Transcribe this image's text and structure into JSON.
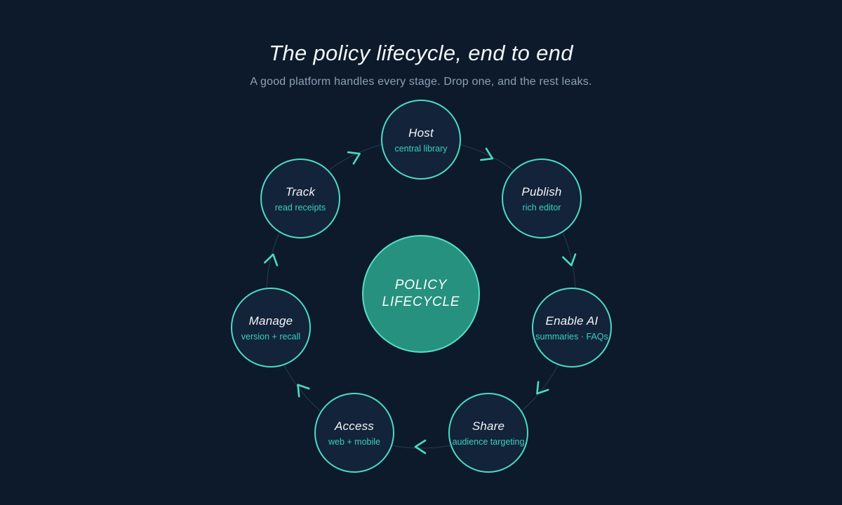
{
  "header": {
    "title": "The policy lifecycle, end to end",
    "subtitle": "A good platform handles every stage. Drop one, and the rest leaks."
  },
  "center": {
    "line1": "POLICY",
    "line2": "LIFECYCLE"
  },
  "nodes": [
    {
      "title": "Host",
      "subtitle": "central library"
    },
    {
      "title": "Publish",
      "subtitle": "rich editor"
    },
    {
      "title": "Enable AI",
      "subtitle": "summaries · FAQs"
    },
    {
      "title": "Share",
      "subtitle": "audience targeting"
    },
    {
      "title": "Access",
      "subtitle": "web + mobile"
    },
    {
      "title": "Manage",
      "subtitle": "version + recall"
    },
    {
      "title": "Track",
      "subtitle": "read receipts"
    }
  ],
  "icons": {
    "arrow": "clockwise-chevron-arrow"
  },
  "colors": {
    "bg": "#0d1a2b",
    "node-fill": "#13233a",
    "accent": "#4adcc3",
    "center-fill": "#26917f",
    "center-border": "#58dfc7",
    "sub-gray": "#8da0b5",
    "ring": "#223750",
    "white": "#f2f5f7",
    "node-sub": "#38cfbf"
  }
}
